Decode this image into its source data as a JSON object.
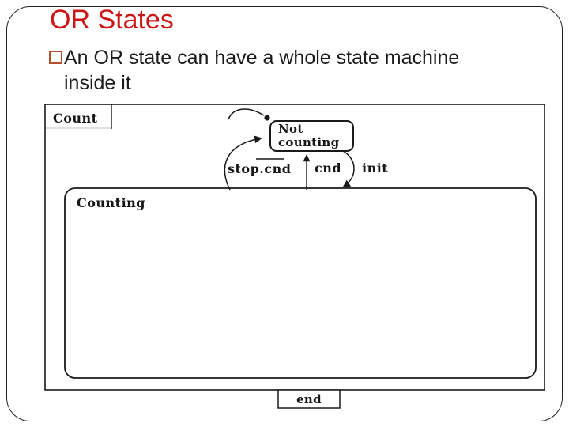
{
  "slide": {
    "title": "OR States",
    "bullet": {
      "icon": "square-outline-bullet",
      "line1": "An OR state can have a whole state machine",
      "line2": "inside it"
    }
  },
  "colors": {
    "title_red": "#cc1616",
    "bullet_square": "#b5502d",
    "diagram_stroke": "#1a1a1a"
  },
  "diagram": {
    "superstate_label": "Count",
    "states": {
      "not_counting_line1": "Not",
      "not_counting_line2": "counting",
      "counting": "Counting"
    },
    "transitions": {
      "stop_prefix": "stop.",
      "stop_negated": "cnd",
      "cnd_label": "cnd",
      "init_label": "init",
      "end_label": "end"
    }
  }
}
